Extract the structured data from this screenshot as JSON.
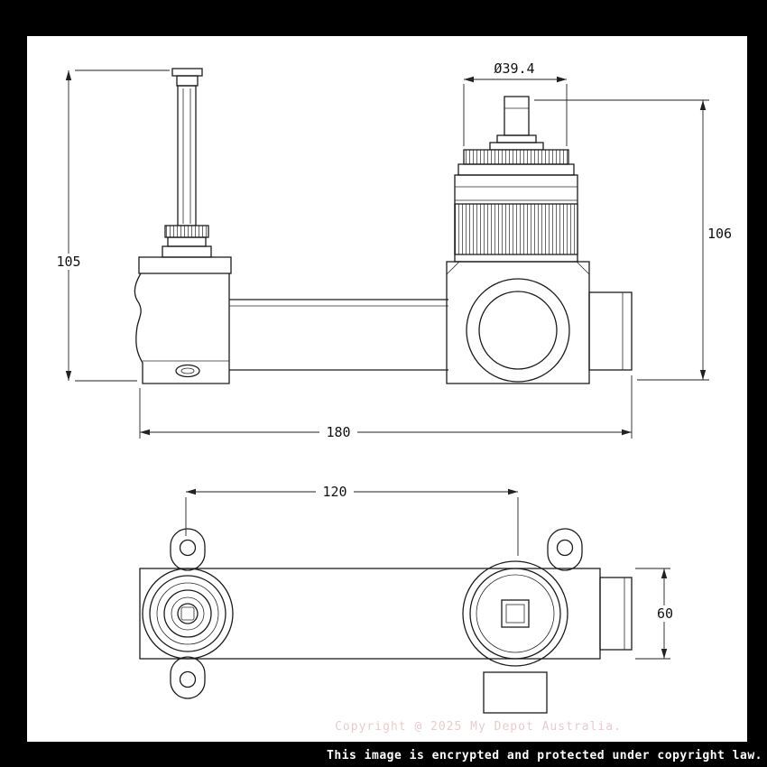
{
  "front_view": {
    "dim_diameter": "Ø39.4",
    "dim_height_right": "106",
    "dim_height_left": "105",
    "dim_width": "180"
  },
  "plan_view": {
    "dim_spacing": "120",
    "dim_depth": "60"
  },
  "watermark": "Copyright @ 2025 My Depot Australia.",
  "copyright_bar": "This image is encrypted and protected under copyright law.",
  "colors": {
    "line": "#1c1c1c",
    "background": "#ffffff",
    "frame": "#000000",
    "watermark": "#e9cccc",
    "bar_text": "#ffffff"
  }
}
